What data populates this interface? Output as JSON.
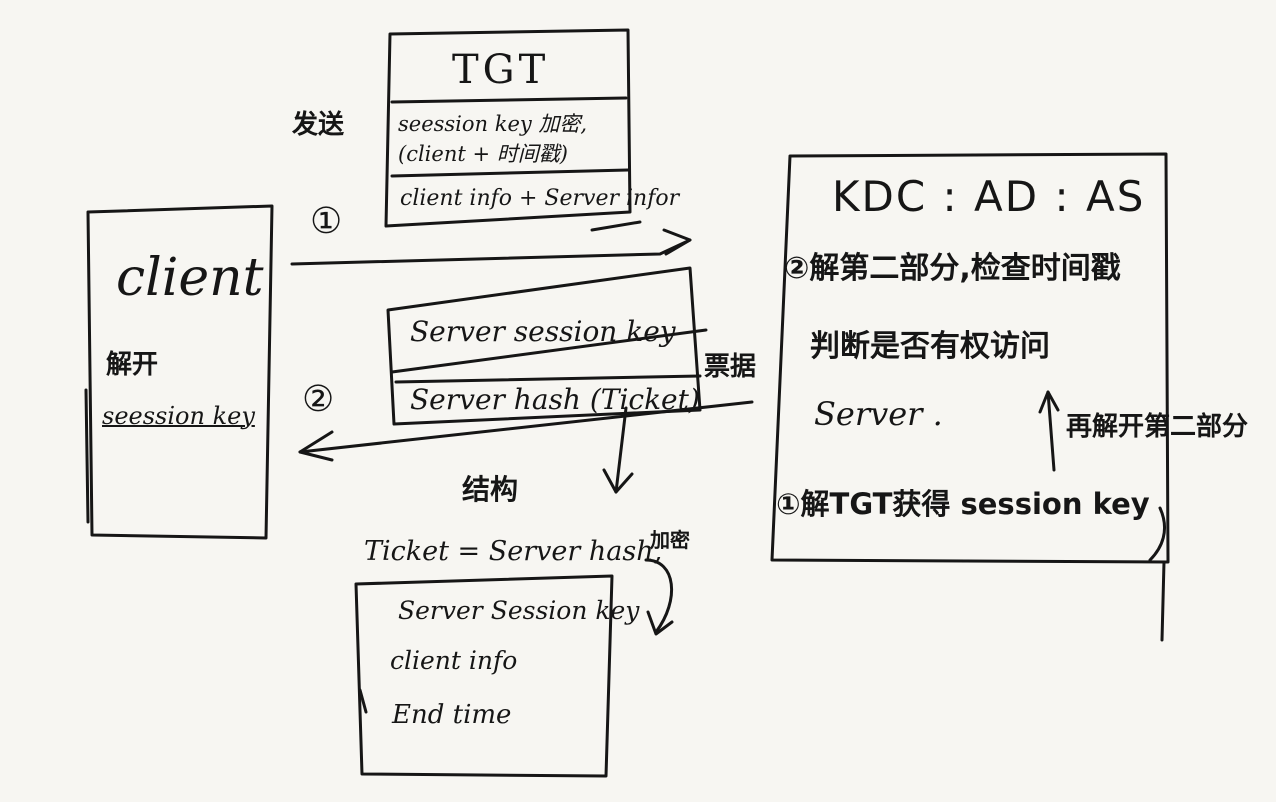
{
  "client": {
    "title": "client",
    "line1": "解开",
    "line2": "seession key"
  },
  "send_label": "发送",
  "step1_marker": "①",
  "step2_marker": "②",
  "tgt": {
    "title": "TGT",
    "row1_a": "seession key 加密,",
    "row1_b": "(client + 时间戳)",
    "row2": "client info + Server infor"
  },
  "reply": {
    "row1": "Server session key",
    "row2": "Server hash (Ticket)",
    "side_label": "票据"
  },
  "structure_label": "结构",
  "ticket": {
    "formula": "Ticket = Server hash,",
    "encrypt_label": "加密",
    "line1": "Server Session key",
    "line2": "client info",
    "line3": "End time"
  },
  "kdc": {
    "title": "KDC : AD : AS",
    "step2": "②解第二部分,检查时间戳",
    "judge1": "判断是否有权访问",
    "judge2": "Server .",
    "reverse_note": "再解开第二部分",
    "step1": "①解TGT获得 session key"
  },
  "colors": {
    "ink": "#161616",
    "paper": "#f7f6f2"
  }
}
